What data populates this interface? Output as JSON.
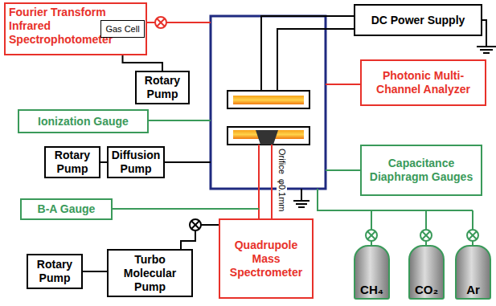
{
  "diagram": {
    "nodes": [
      {
        "text": [
          "Fourier Transform Infrared Spectrophotometer"
        ]
      },
      {
        "text": [
          "Gas Cell"
        ],
        "in": 0
      },
      {
        "text": [
          "Rotary Pump"
        ]
      },
      {
        "text": [
          "DC Power Supply"
        ]
      },
      {
        "text": [
          "Photonic Multi-Channel Analyzer"
        ]
      },
      {
        "text": [
          "Ionization Gauge"
        ]
      },
      {
        "text": [
          "Rotary Pump"
        ]
      },
      {
        "text": [
          "Diffusion Pump"
        ]
      },
      {
        "text": [
          "Capacitance Diaphragm Gauges"
        ]
      },
      {
        "text": [
          "B-A Gauge"
        ]
      },
      {
        "text": [
          "Rotary Pump"
        ]
      },
      {
        "text": [
          "Turbo Molecular Pump"
        ]
      },
      {
        "text": [
          "Quadrupole Mass Spectrometer"
        ]
      },
      {
        "text": [
          "CH₄"
        ]
      },
      {
        "text": [
          "CO₂"
        ]
      },
      {
        "text": [
          "Ar"
        ]
      }
    ],
    "edges": [
      {
        "from": 1,
        "to": 2,
        "arrow": "none"
      },
      {
        "from": 6,
        "to": 7,
        "arrow": "none"
      },
      {
        "from": 10,
        "to": 11,
        "arrow": "none"
      }
    ],
    "labels": [
      "Orifice",
      "φ0.1mm"
    ]
  }
}
